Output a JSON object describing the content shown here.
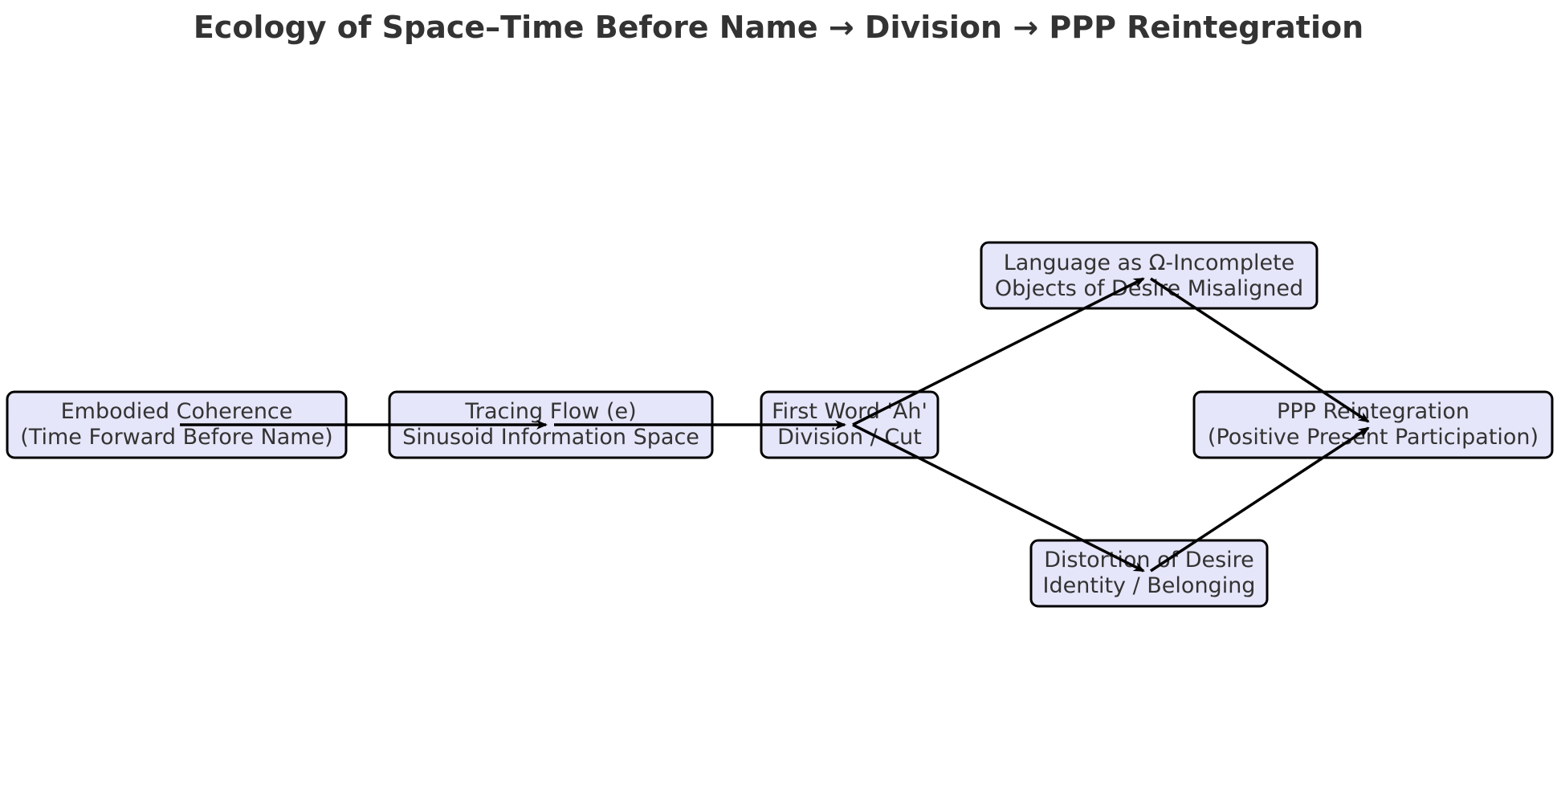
{
  "title": "Ecology of Space–Time Before Name → Division → PPP Reintegration",
  "colors": {
    "node_fill": "#e6e6fa",
    "node_stroke": "#000000",
    "text": "#333333",
    "edge": "#000000"
  },
  "nodes": [
    {
      "id": "embodied",
      "lines": [
        "Embodied Coherence",
        "(Time Forward Before Name)"
      ]
    },
    {
      "id": "tracing",
      "lines": [
        "Tracing Flow (e)",
        "Sinusoid Information Space"
      ]
    },
    {
      "id": "firstword",
      "lines": [
        "First Word 'Ah'",
        "Division / Cut"
      ]
    },
    {
      "id": "language",
      "lines": [
        "Language as Ω-Incomplete",
        "Objects of Desire Misaligned"
      ]
    },
    {
      "id": "distortion",
      "lines": [
        "Distortion of Desire",
        "Identity / Belonging"
      ]
    },
    {
      "id": "ppp",
      "lines": [
        "PPP Reintegration",
        "(Positive Present Participation)"
      ]
    }
  ],
  "edges": [
    {
      "from": "embodied",
      "to": "tracing"
    },
    {
      "from": "tracing",
      "to": "firstword"
    },
    {
      "from": "firstword",
      "to": "language"
    },
    {
      "from": "firstword",
      "to": "distortion"
    },
    {
      "from": "language",
      "to": "ppp"
    },
    {
      "from": "distortion",
      "to": "ppp"
    }
  ]
}
